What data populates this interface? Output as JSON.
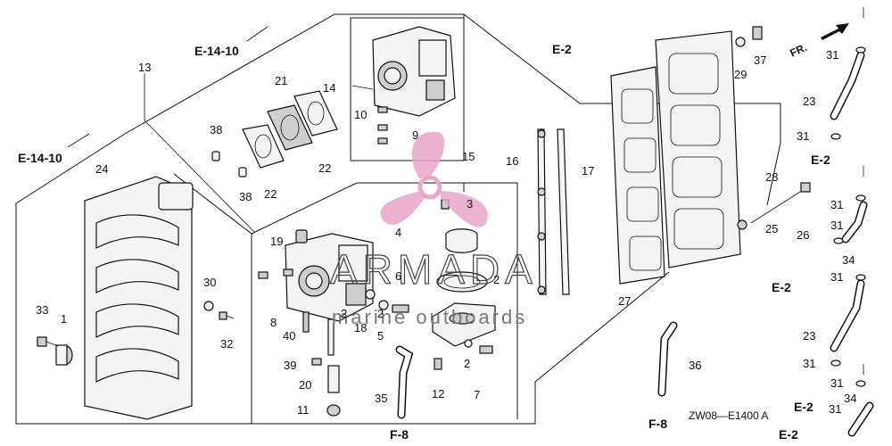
{
  "labels": [
    "1",
    "2",
    "3",
    "4",
    "5",
    "6",
    "7",
    "8",
    "9",
    "10",
    "11",
    "12",
    "13",
    "14",
    "15",
    "16",
    "17",
    "18",
    "19",
    "20",
    "21",
    "22",
    "23",
    "24",
    "25",
    "26",
    "27",
    "28",
    "29",
    "30",
    "31",
    "32",
    "33",
    "34",
    "35",
    "36",
    "37",
    "38",
    "39",
    "40"
  ],
  "references": {
    "e14_10": "E-14-10",
    "e2": "E-2",
    "f8": "F-8"
  },
  "direction_marker": "FR.",
  "diagram_code": "ZW08—E1400 A",
  "watermark": {
    "brand": "ARMADA",
    "tagline": "marine outboards",
    "color": "#e8a6c8"
  }
}
